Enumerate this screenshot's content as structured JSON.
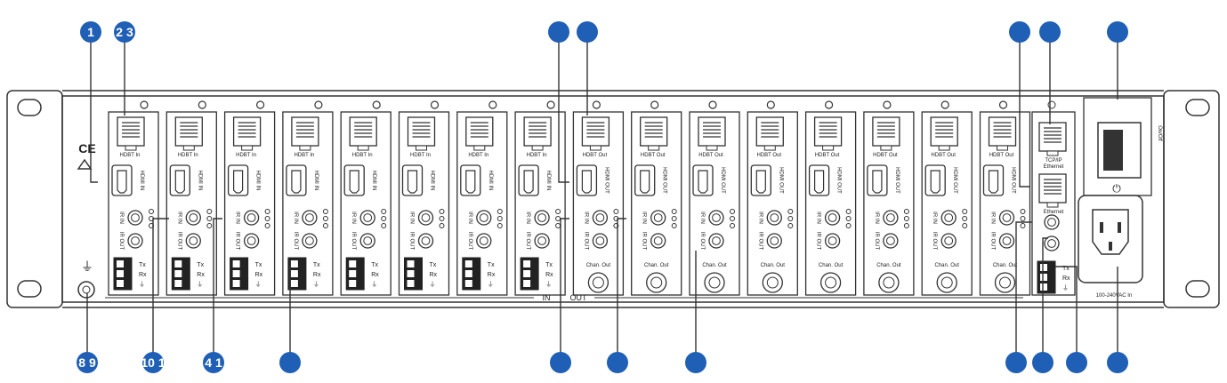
{
  "callouts": {
    "top": [
      "1",
      "2 3",
      "",
      "",
      "",
      "",
      ""
    ],
    "bottom": [
      "8 9",
      "10 1",
      "4 1",
      "",
      "",
      "",
      "",
      "",
      "",
      ""
    ]
  },
  "input_card": {
    "port_label": "HDBT In",
    "hdmi_label": "HDMI IN",
    "jack_labels": [
      "IR IN",
      "IR OUT"
    ],
    "serial_labels": [
      "Tx",
      "Rx",
      "⏚"
    ]
  },
  "output_card": {
    "port_label": "HDBT Out",
    "hdmi_label": "HDMI OUT",
    "jack_labels": [
      "IR IN",
      "IR OUT"
    ],
    "audio_label": "Chan. Out"
  },
  "control_card": {
    "tcpip_label": "TCP/IP",
    "ethernet_label": "Ethernet",
    "ethernet2_label": "Ethernet",
    "serial_labels": [
      "Tx",
      "Rx",
      "⏚"
    ]
  },
  "power": {
    "switch_label": "On/Off",
    "power_symbol": "⏻",
    "ac_label": "100-240VAC In"
  },
  "chassis": {
    "in_label": "IN",
    "out_label": "OUT",
    "ground_symbol": "⏚",
    "ce_mark": "CE"
  },
  "colors": {
    "callout": "#1f5fb5",
    "line": "#333333",
    "panel": "#ffffff"
  },
  "icons": [
    "ground-icon",
    "ce-mark-icon",
    "recycle-icon",
    "power-switch-icon",
    "ac-inlet-icon",
    "screw-icon"
  ]
}
